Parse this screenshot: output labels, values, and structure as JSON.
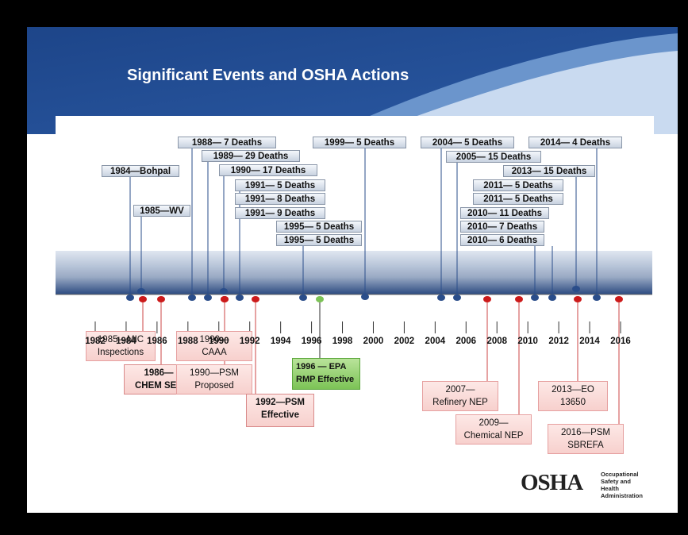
{
  "slide": {
    "title": "Significant Events and OSHA Actions"
  },
  "years": [
    "1982",
    "1984",
    "1986",
    "1988",
    "1990",
    "1992",
    "1994",
    "1996",
    "1998",
    "2000",
    "2002",
    "2004",
    "2006",
    "2008",
    "2010",
    "2012",
    "2014",
    "2016"
  ],
  "upper_events": [
    {
      "label": "1984—Bohpal"
    },
    {
      "label": "1985—WV"
    },
    {
      "label": "1988— 7 Deaths"
    },
    {
      "label": "1989— 29 Deaths"
    },
    {
      "label": "1990— 17 Deaths"
    },
    {
      "label": "1991— 5 Deaths"
    },
    {
      "label": "1991— 8 Deaths"
    },
    {
      "label": "1991— 9 Deaths"
    },
    {
      "label": "1995— 5 Deaths"
    },
    {
      "label": "1995— 5 Deaths"
    },
    {
      "label": "1999— 5 Deaths"
    },
    {
      "label": "2004— 5 Deaths"
    },
    {
      "label": "2005— 15 Deaths"
    },
    {
      "label": "2011— 5 Deaths"
    },
    {
      "label": "2011— 5 Deaths"
    },
    {
      "label": "2010— 11 Deaths"
    },
    {
      "label": "2010— 7 Deaths"
    },
    {
      "label": "2010— 6 Deaths"
    },
    {
      "label": "2013— 15 Deaths"
    },
    {
      "label": "2014— 4 Deaths"
    }
  ],
  "lower_actions": [
    {
      "line1": "1985—MIC",
      "line2": "Inspections"
    },
    {
      "line1": "1986—",
      "line2": "CHEM SEP"
    },
    {
      "line1": "1990—",
      "line2": "CAAA"
    },
    {
      "line1": "1990—PSM",
      "line2": "Proposed"
    },
    {
      "line1": "1992—PSM",
      "line2": "Effective"
    },
    {
      "line1": "1996 — EPA",
      "line2": "RMP Effective"
    },
    {
      "line1": "2007—",
      "line2": "Refinery NEP"
    },
    {
      "line1": "2009—",
      "line2": "Chemical NEP"
    },
    {
      "line1": "2013—EO",
      "line2": "13650"
    },
    {
      "line1": "2016—PSM",
      "line2": "SBREFA"
    }
  ],
  "logo": {
    "word": "OSHA",
    "sub1": "Occupational",
    "sub2": "Safety and Health",
    "sub3": "Administration"
  },
  "colors": {
    "header": "#1f4b8e",
    "accent": "#5b86c2",
    "blue_dot": "#2a4d8a",
    "red_dot": "#cc1a1a",
    "green_dot": "#7cc356"
  }
}
